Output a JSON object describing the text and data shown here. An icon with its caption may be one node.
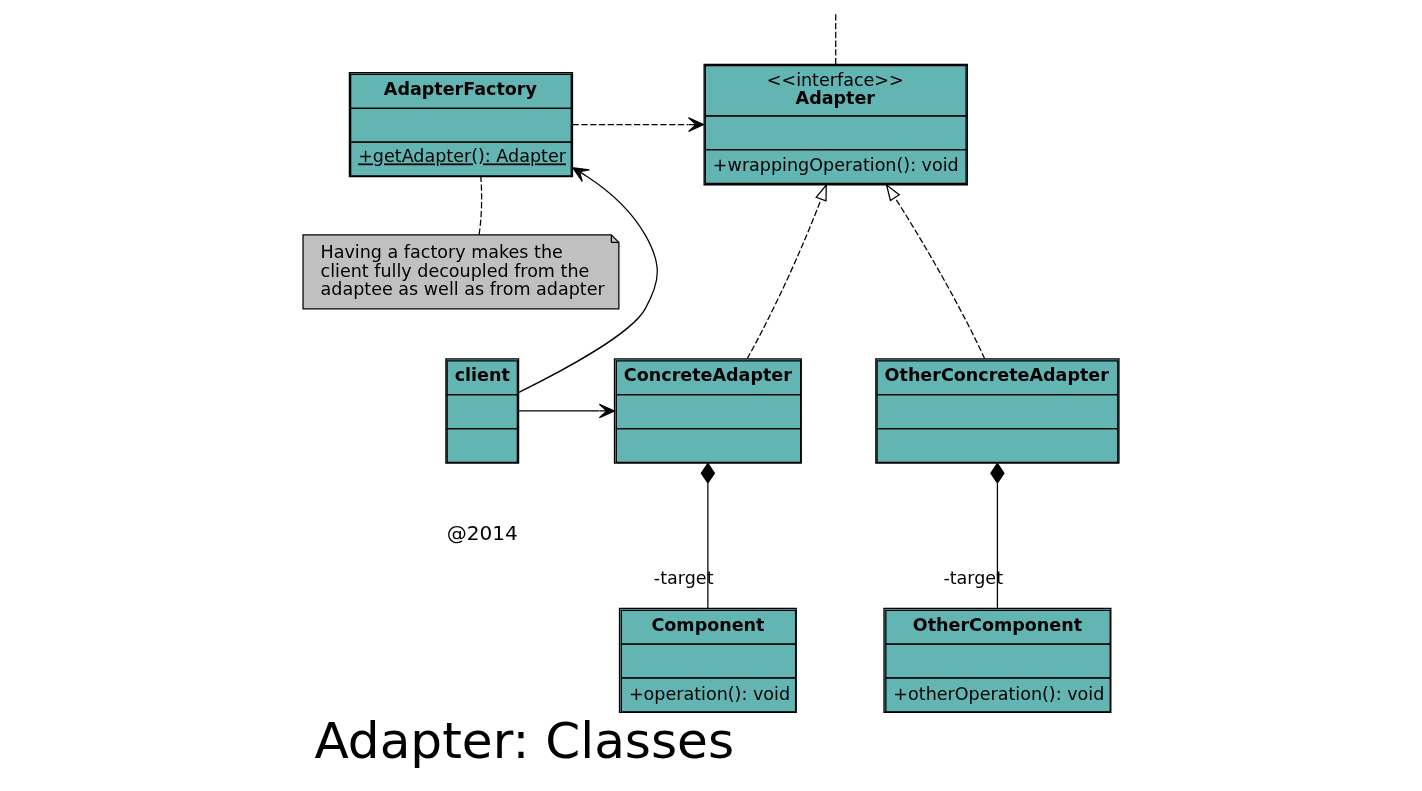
{
  "diagram": {
    "title": "Adapter: Classes",
    "nodes": [
      {
        "text": [
          "AdapterFactory",
          "+getAdapter(): Adapter"
        ]
      },
      {
        "text": [
          "<<interface>>",
          "Adapter",
          "+wrappingOperation(): void"
        ]
      },
      {
        "text": [
          "Having a factory makes the client fully decoupled from the adaptee as well as from adapter"
        ]
      },
      {
        "text": [
          "client"
        ]
      },
      {
        "text": [
          "ConcreteAdapter"
        ]
      },
      {
        "text": [
          "OtherConcreteAdapter"
        ]
      },
      {
        "text": [
          "Component",
          "+operation(): void"
        ]
      },
      {
        "text": [
          "OtherComponent",
          "+otherOperation(): void"
        ]
      }
    ],
    "edges": [
      {
        "from": null,
        "to": 1,
        "arrow": "none",
        "style": "dashed"
      },
      {
        "from": 0,
        "to": 1,
        "arrow": "to",
        "style": "dashed"
      },
      {
        "from": 2,
        "to": 0,
        "arrow": "none",
        "style": "dashed"
      },
      {
        "from": 3,
        "to": 0,
        "arrow": "to"
      },
      {
        "from": 3,
        "to": 4,
        "arrow": "to"
      },
      {
        "from": 4,
        "to": 1,
        "arrow": "to",
        "style": "dashed"
      },
      {
        "from": 5,
        "to": 1,
        "arrow": "to",
        "style": "dashed"
      },
      {
        "from": 4,
        "to": 6,
        "arrow": "other",
        "label": "-target"
      },
      {
        "from": 5,
        "to": 7,
        "arrow": "other",
        "label": "-target"
      }
    ],
    "labels": [
      "@2014"
    ]
  }
}
